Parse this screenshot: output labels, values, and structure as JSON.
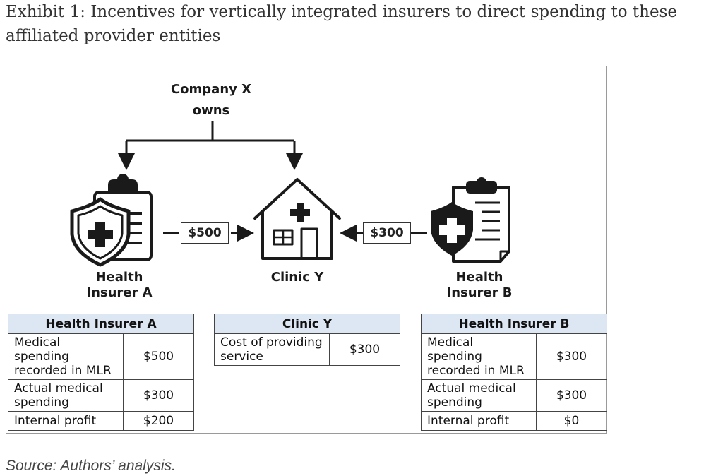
{
  "title": "Exhibit 1: Incentives for vertically integrated insurers to direct spending to these affiliated provider entities",
  "source": "Source: Authors’ analysis.",
  "diagram": {
    "owner_line1": "Company X",
    "owner_line2": "owns",
    "insurer_a_line1": "Health",
    "insurer_a_line2": "Insurer A",
    "clinic_label": "Clinic Y",
    "insurer_b_line1": "Health",
    "insurer_b_line2": "Insurer B",
    "payment_a": "$500",
    "payment_b": "$300"
  },
  "tables": {
    "insurer_a": {
      "header": "Health Insurer A",
      "rows": [
        {
          "label": "Medical spending recorded in MLR",
          "value": "$500"
        },
        {
          "label": "Actual medical spending",
          "value": "$300"
        },
        {
          "label": "Internal profit",
          "value": "$200"
        }
      ]
    },
    "clinic": {
      "header": "Clinic Y",
      "rows": [
        {
          "label": "Cost of providing service",
          "value": "$300"
        }
      ]
    },
    "insurer_b": {
      "header": "Health Insurer B",
      "rows": [
        {
          "label": "Medical spending recorded in MLR",
          "value": "$300"
        },
        {
          "label": "Actual medical spending",
          "value": "$300"
        },
        {
          "label": "Internal profit",
          "value": "$0"
        }
      ]
    }
  },
  "colors": {
    "table_header": "#dde7f3",
    "line": "#1a1a1a"
  }
}
